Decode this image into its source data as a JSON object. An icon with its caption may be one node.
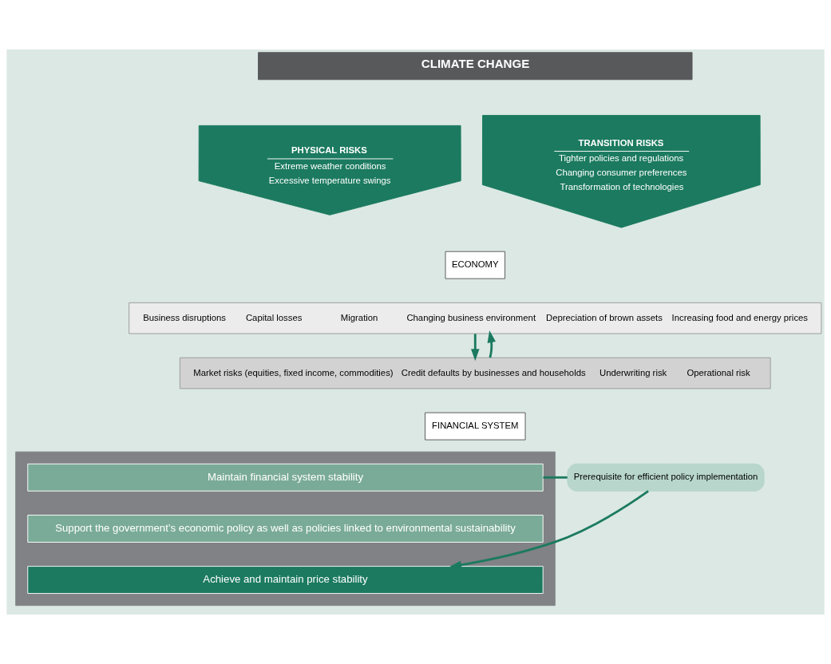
{
  "diagram": {
    "nodes": [
      {
        "text": [
          "CLIMATE CHANGE"
        ]
      },
      {
        "text": [
          "PHYSICAL RISKS",
          "Extreme weather conditions",
          "Excessive temperature swings"
        ]
      },
      {
        "text": [
          "TRANSITION RISKS",
          "Tighter policies and regulations",
          "Changing consumer preferences",
          "Transformation of technologies"
        ]
      },
      {
        "text": [
          "ECONOMY"
        ]
      },
      {
        "text": [
          "Business disruptions",
          "Capital losses",
          "Migration",
          "Changing business environment",
          "Depreciation of brown assets",
          "Increasing food and energy prices"
        ]
      },
      {
        "text": [
          "Market risks (equities, fixed income, commodities)",
          "Credit defaults by businesses and households",
          "Underwriting risk",
          "Operational risk"
        ]
      },
      {
        "text": [
          "FINANCIAL SYSTEM"
        ]
      },
      {
        "text": [],
        "shape": "box"
      },
      {
        "text": [
          "Maintain financial system stability"
        ],
        "in": 7
      },
      {
        "text": [
          "Support the government’s economic policy as well as policies linked to environmental sustainability"
        ],
        "in": 7
      },
      {
        "text": [
          "Achieve and maintain price stability"
        ],
        "in": 7
      },
      {
        "text": [
          "Prerequisite for efficient policy implementation"
        ]
      }
    ],
    "edges": [
      {
        "from": 4,
        "to": 5,
        "arrow": "to"
      },
      {
        "from": 5,
        "to": 4,
        "arrow": "to"
      },
      {
        "from": 8,
        "to": 11,
        "arrow": "none"
      },
      {
        "from": 11,
        "to": 10,
        "arrow": "to"
      }
    ]
  }
}
